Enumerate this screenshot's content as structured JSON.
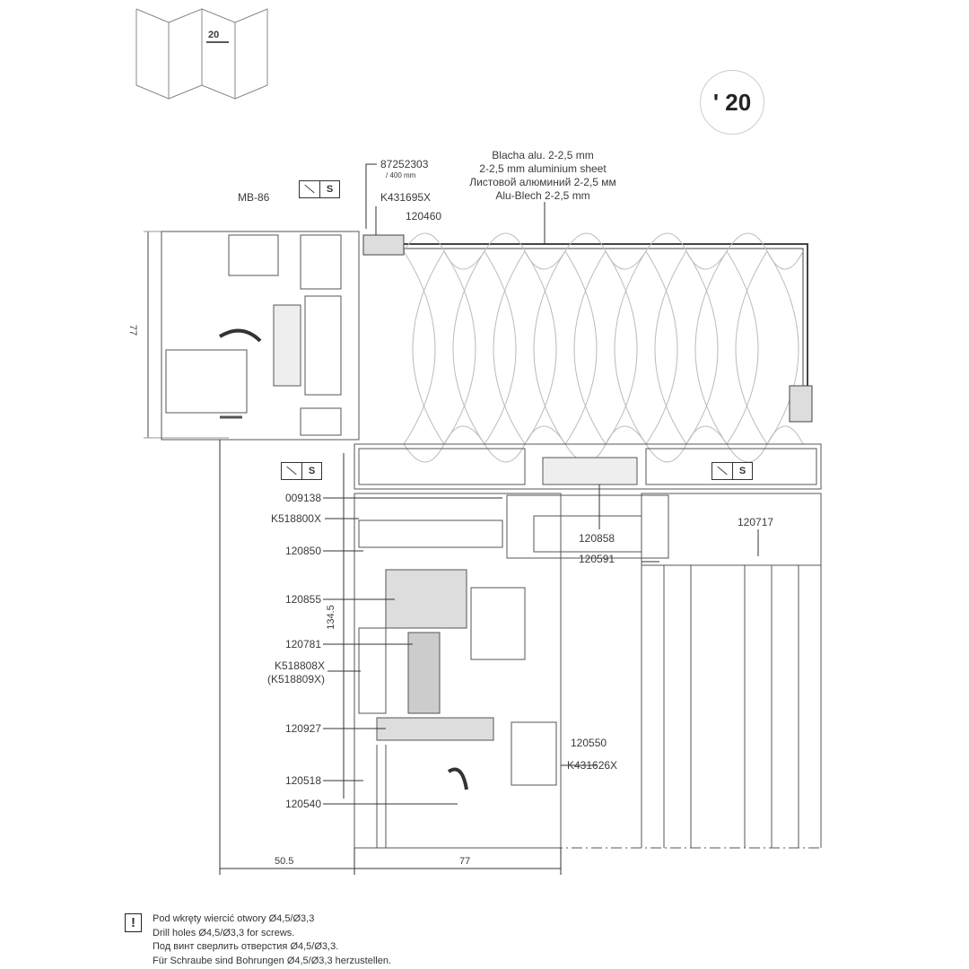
{
  "header": {
    "fold_number": "20",
    "section_badge": "' 20"
  },
  "sheet_note": [
    "Blacha alu. 2-2,5 mm",
    "2-2,5 mm aluminium sheet",
    "Листовой алюминий 2-2,5 мм",
    "Alu-Blech 2-2,5 mm"
  ],
  "top_labels": {
    "mb": "MB-86",
    "part1": "87252303",
    "part1_sub": "/ 400 mm",
    "part2": "K431695X",
    "part3": "120460",
    "screw_s": "S"
  },
  "left_labels": [
    "009138",
    "K518800X",
    "120850",
    "120855",
    "120781",
    "K518808X",
    "(K518809X)",
    "120927",
    "120518",
    "120540"
  ],
  "right_labels": {
    "a": "120858",
    "b": "120591",
    "c": "120717",
    "d": "120550",
    "e": "K431626X"
  },
  "dimensions": {
    "height_top": "77",
    "height_lower": "134.5",
    "width_left": "50.5",
    "width_right": "77"
  },
  "note": {
    "icon": "warning-exclamation-icon",
    "lines": [
      "Pod wkręty wiercić otwory Ø4,5/Ø3,3",
      "Drill holes  Ø4,5/Ø3,3 for screws.",
      "Под винт сверлить отверстия  Ø4,5/Ø3,3.",
      "Für Schraube sind Bohrungen  Ø4,5/Ø3,3 herzustellen."
    ]
  }
}
